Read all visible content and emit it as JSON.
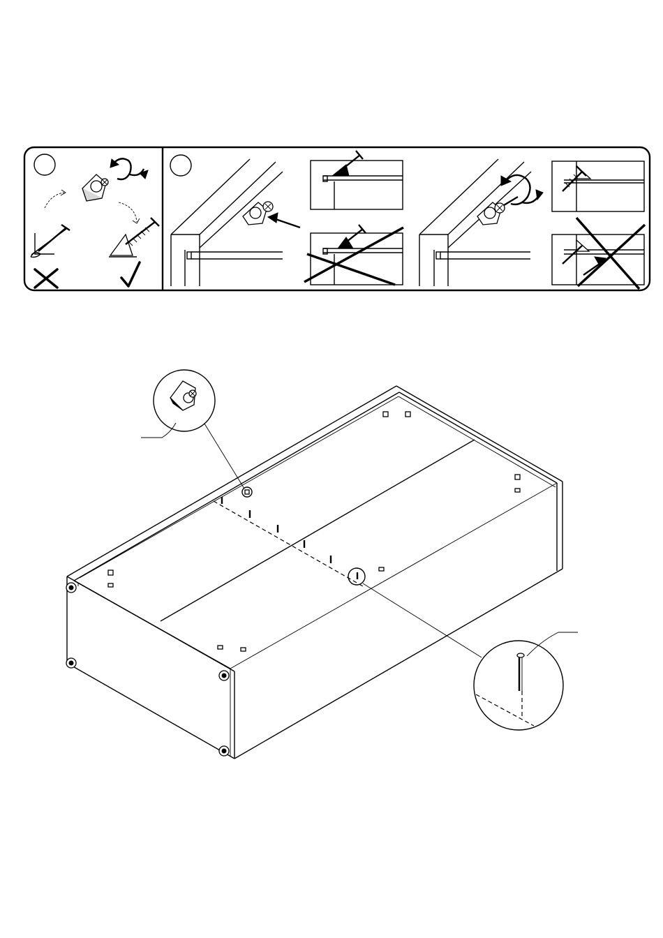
{
  "instruction_panel": {
    "step_a": {
      "number": "",
      "wrong_mark": "cross-icon",
      "right_mark": "check-icon"
    },
    "step_b": {
      "number": "",
      "wrong_mark": "cross-icon"
    }
  },
  "main_drawing": {
    "subject": "cabinet-carcass",
    "detail_callouts": [
      "cam-connector-detail",
      "nail-detail"
    ],
    "callout_labels": [
      "",
      ""
    ]
  },
  "colors": {
    "line": "#000000",
    "background": "#ffffff"
  }
}
